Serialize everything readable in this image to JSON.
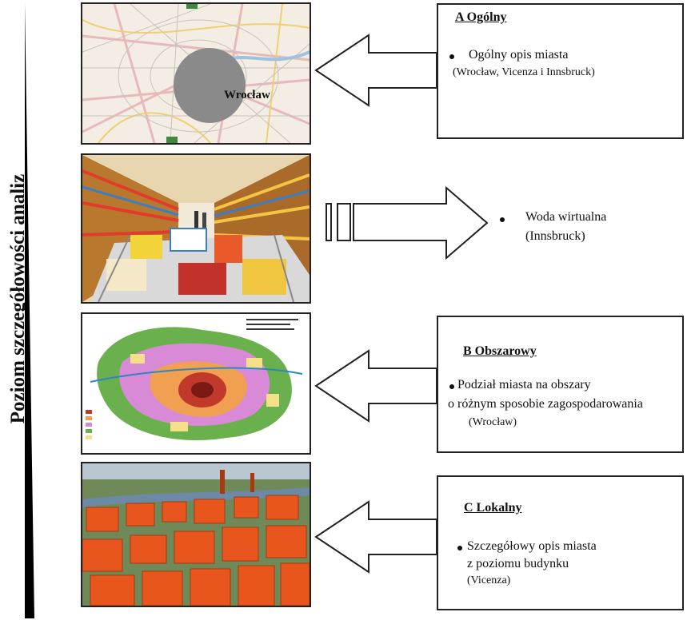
{
  "axis_label": "Poziom szczegółowości analiz",
  "panels": {
    "general": {
      "title": "A  Ogólny",
      "line1": "Ogólny opis miasta",
      "line2": "(Wrocław, Vicenza  i Innsbruck)",
      "map_label": "Wrocław"
    },
    "virtual_water": {
      "line1": "Woda wirtualna",
      "line2": "(Innsbruck)"
    },
    "area": {
      "title": "B Obszarowy",
      "line1": "Podział miasta na obszary",
      "line2": "o różnym sposobie zagospodarowania",
      "line3": "(Wrocław)"
    },
    "local": {
      "title": "C Lokalny",
      "line1": "Szczegółowy opis miasta",
      "line2": "z poziomu budynku",
      "line3": "(Vicenza)"
    }
  },
  "colors": {
    "outline": "#222222",
    "wedge": "#000000",
    "map_circle": "#8a8a8a",
    "roofs": "#e8561e"
  }
}
